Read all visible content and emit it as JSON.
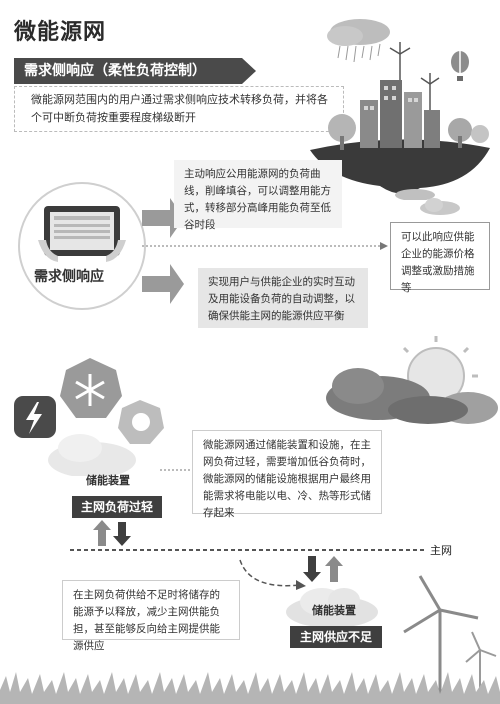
{
  "title": "微能源网",
  "section_heading": "需求侧响应（柔性负荷控制）",
  "intro_text": "微能源网范围内的用户通过需求侧响应技术转移负荷，并将各个可中断负荷按重要程度梯级断开",
  "tablet_label": "需求侧响应",
  "box_top": "主动响应公用能源网的负荷曲线，削峰填谷，可以调整用能方式，转移部分高峰用能负荷至低谷时段",
  "box_right": "可以此响应供能企业的能源价格调整或激励措施等",
  "box_middle": "实现用户与供能企业的实时互动及用能设备负荷的自动调整，以确保供能主网的能源供应平衡",
  "storage_text_top": "微能源网通过储能装置和设施，在主网负荷过轻，需要增加低谷负荷时，微能源网的储能设施根据用户最终用能需求将电能以电、冷、热等形式储存起来",
  "storage_text_bottom": "在主网负荷供给不足时将储存的能源予以释放，减少主网供能负担，甚至能够反向给主网提供能源供应",
  "storage_cloud_left": "储能装置",
  "storage_cloud_right": "储能装置",
  "label_overload_light": "主网负荷过轻",
  "label_supply_short": "主网供应不足",
  "grid_label": "主网",
  "colors": {
    "dark": "#3f3f3f",
    "box_gray": "#ececec",
    "accent_gray": "#8a8a8a"
  },
  "icons": [
    "lightning-icon",
    "snowflake-icon",
    "sun-icon",
    "wind-turbine-icon",
    "hot-air-balloon-icon",
    "rain-cloud-icon"
  ]
}
